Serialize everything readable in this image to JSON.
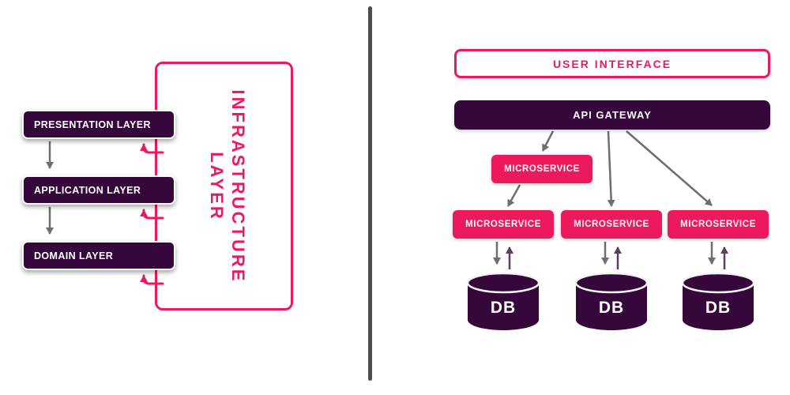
{
  "colors": {
    "dark_purple": "#36073b",
    "pink": "#ec1a5d",
    "arrow_gray": "#6e6e6e",
    "arrow_purple": "#5e3b63",
    "divider_gray": "#4d4d4d"
  },
  "left_diagram": {
    "layers": [
      {
        "label": "PRESENTATION LAYER"
      },
      {
        "label": "APPLICATION LAYER"
      },
      {
        "label": "DOMAIN LAYER"
      }
    ],
    "infrastructure_label": "INFRASTRUCTURE LAYER"
  },
  "right_diagram": {
    "user_interface_label": "USER INTERFACE",
    "api_gateway_label": "API GATEWAY",
    "orchestrator_microservice_label": "MICROSERVICE",
    "services": [
      {
        "label": "MICROSERVICE",
        "database_label": "DB"
      },
      {
        "label": "MICROSERVICE",
        "database_label": "DB"
      },
      {
        "label": "MICROSERVICE",
        "database_label": "DB"
      }
    ]
  }
}
